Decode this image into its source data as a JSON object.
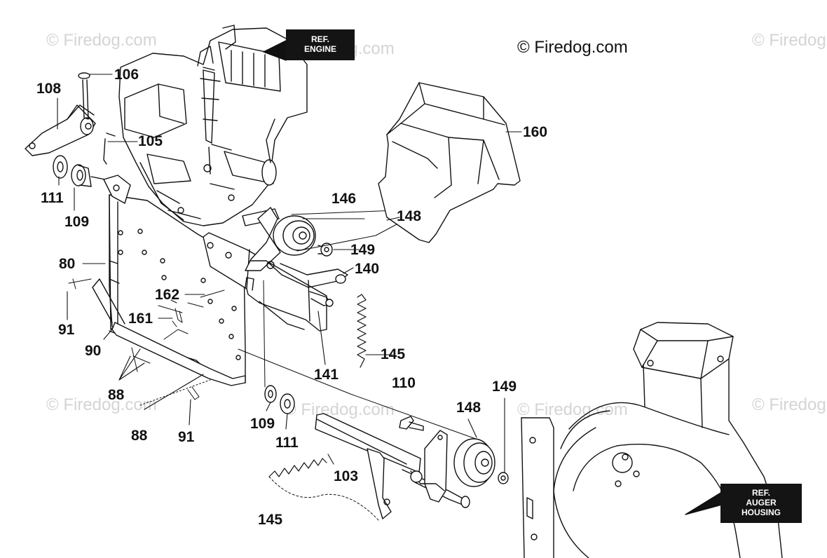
{
  "copyright": "© Firedog.com",
  "watermarks": [
    "© Firedog.com",
    "© Firedog.com",
    "© Firedog.com",
    "© Firedog.com",
    "© Firedog.com",
    "© Firedog.com",
    "© Firedog.com"
  ],
  "refs": {
    "engine": [
      "REF.",
      "ENGINE"
    ],
    "auger": [
      "REF.",
      "AUGER",
      "HOUSING"
    ]
  },
  "part_numbers": {
    "p106": "106",
    "p108": "108",
    "p105": "105",
    "p111a": "111",
    "p109a": "109",
    "p80": "80",
    "p162": "162",
    "p161": "161",
    "p91a": "91",
    "p90": "90",
    "p88a": "88",
    "p88b": "88",
    "p91b": "91",
    "p109b": "109",
    "p111b": "111",
    "p103": "103",
    "p145a": "145",
    "p145b": "145",
    "p141": "141",
    "p110": "110",
    "p146": "146",
    "p148a": "148",
    "p149a": "149",
    "p140": "140",
    "p160": "160",
    "p148b": "148",
    "p149b": "149"
  }
}
